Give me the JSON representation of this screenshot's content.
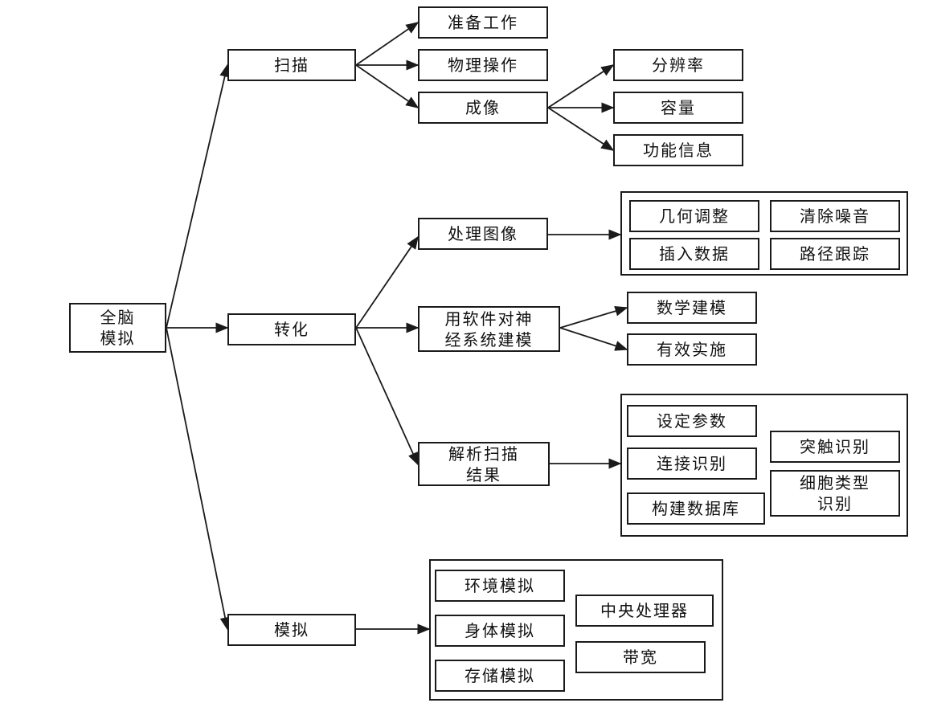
{
  "nodes": {
    "root": "全脑\n模拟",
    "scan": "扫描",
    "convert": "转化",
    "simulate": "模拟",
    "prep": "准备工作",
    "physical": "物理操作",
    "imaging": "成像",
    "resolution": "分辨率",
    "capacity": "容量",
    "function_info": "功能信息",
    "process_image": "处理图像",
    "software_model": "用软件对神\n经系统建模",
    "parse_result": "解析扫描\n结果",
    "geo_adjust": "几何调整",
    "denoise": "清除噪音",
    "insert_data": "插入数据",
    "path_track": "路径跟踪",
    "math_model": "数学建模",
    "effective_impl": "有效实施",
    "set_params": "设定参数",
    "synapse_id": "突触识别",
    "connection_id": "连接识别",
    "cell_type_id": "细胞类型\n识别",
    "build_db": "构建数据库",
    "env_sim": "环境模拟",
    "cpu": "中央处理器",
    "body_sim": "身体模拟",
    "bandwidth": "带宽",
    "storage_sim": "存储模拟"
  }
}
